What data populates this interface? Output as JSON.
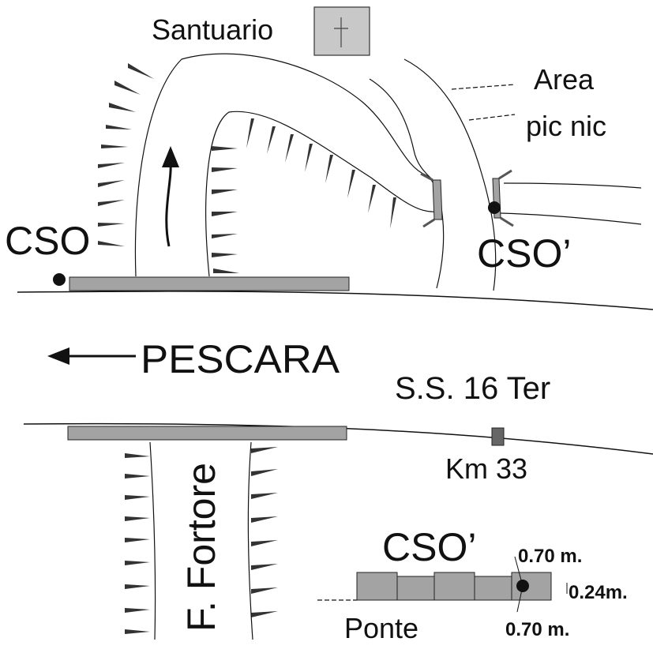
{
  "labels": {
    "santuario": "Santuario",
    "area_line1": "Area",
    "area_line2": "pic nic",
    "cso_left": "CSO",
    "cso_right": "CSO’",
    "pescara": "PESCARA",
    "road": "S.S. 16 Ter",
    "km": "Km 33",
    "river": "F. Fortore",
    "cso_detail": "CSO’",
    "dim_top": "0.70 m.",
    "dim_side": "0.24m.",
    "dim_bottom": "0.70 m.",
    "ponte": "Ponte"
  },
  "colors": {
    "ink": "#111111",
    "slab_fill": "#a3a3a3",
    "sanctuary_fill": "#c8c8c8",
    "km_marker": "#666666"
  },
  "icons": {
    "sanctuary": "cross-icon",
    "flow": "curved-arrow-up-icon",
    "direction": "arrow-left-icon",
    "station": "dot-icon"
  }
}
